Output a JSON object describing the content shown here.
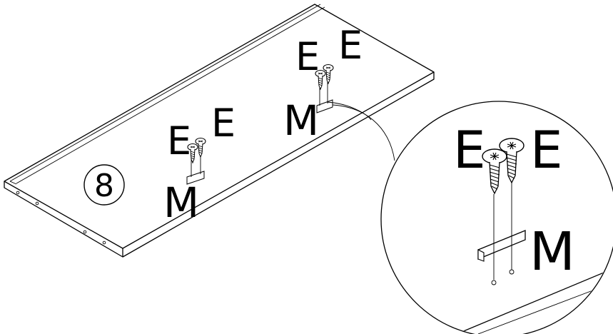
{
  "step": {
    "number": "8"
  },
  "labels": {
    "screw": "E",
    "bracket": "M"
  },
  "colors": {
    "line": "#000000",
    "background": "#ffffff"
  }
}
